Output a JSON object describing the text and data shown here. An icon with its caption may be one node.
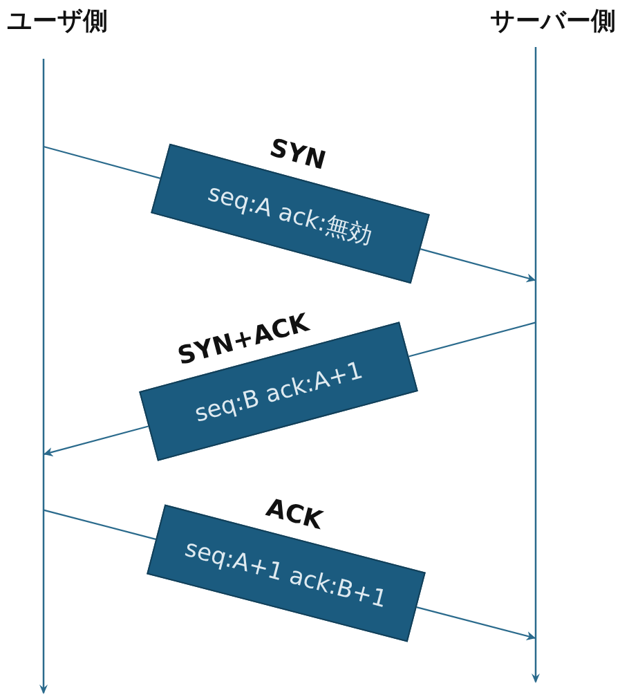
{
  "diagram": {
    "nodes": [
      {
        "text": [
          "ユーザ側"
        ]
      },
      {
        "text": [
          "サーバー側"
        ]
      },
      {
        "text": [],
        "shape": "bar"
      },
      {
        "text": [],
        "shape": "bar"
      },
      {
        "text": [
          "SYN",
          "seq:A ack:無効"
        ]
      },
      {
        "text": [
          "SYN+ACK",
          "seq:B ack:A+1"
        ]
      },
      {
        "text": [
          "ACK",
          "seq:A+1 ack:B+1"
        ]
      }
    ],
    "edges": [
      {
        "from": 2,
        "to": 4,
        "arrow": "none"
      },
      {
        "from": 4,
        "to": 3,
        "arrow": "to"
      },
      {
        "from": 3,
        "to": 5,
        "arrow": "none"
      },
      {
        "from": 5,
        "to": 2,
        "arrow": "to"
      },
      {
        "from": 2,
        "to": 6,
        "arrow": "none"
      },
      {
        "from": 6,
        "to": 3,
        "arrow": "to"
      }
    ]
  }
}
